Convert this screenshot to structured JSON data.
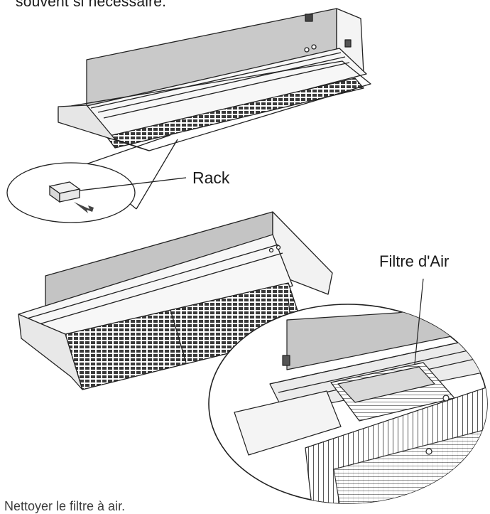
{
  "caption": {
    "top_text": "souvent si nécessaire.",
    "bottom_text": "Nettoyer le filtre à air."
  },
  "labels": {
    "rack": "Rack",
    "air_filter": "Filtre d'Air"
  }
}
